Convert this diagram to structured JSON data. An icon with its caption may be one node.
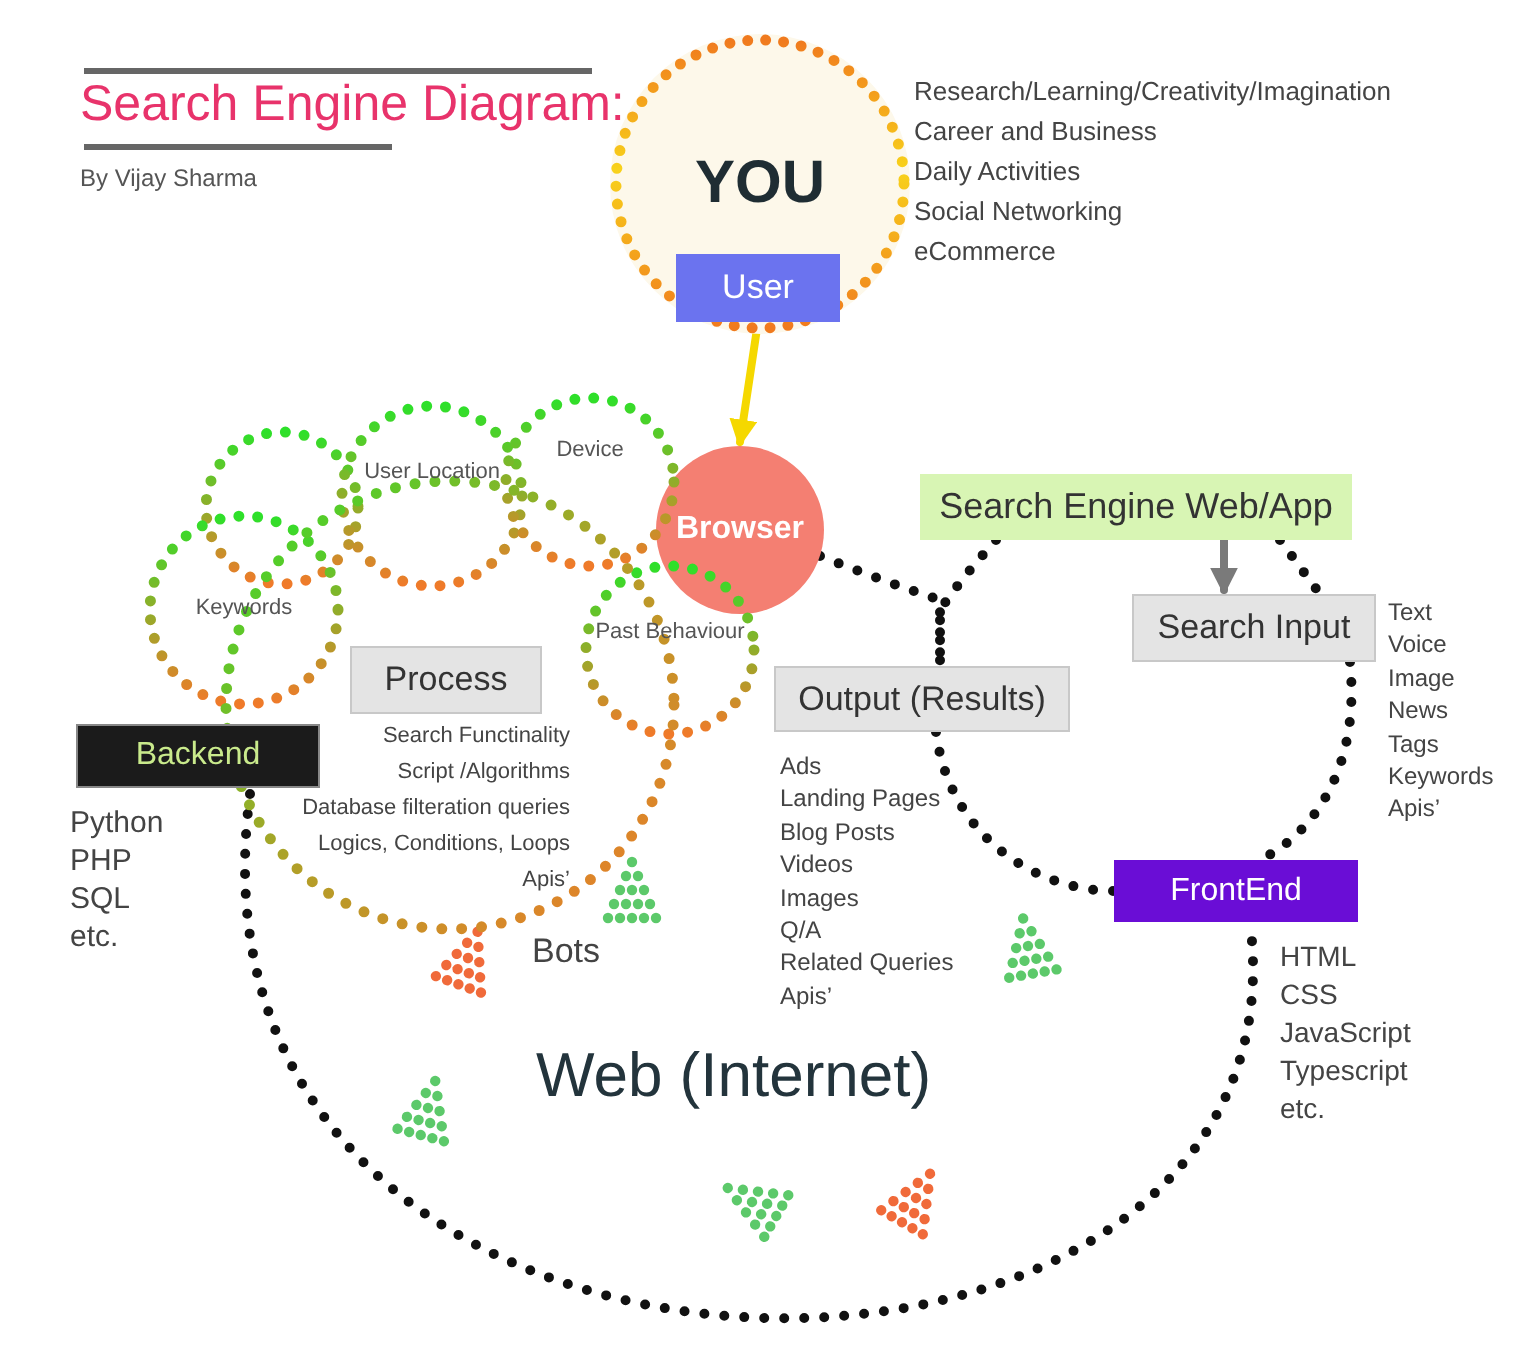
{
  "diagram": {
    "title": "Search Engine Diagram:",
    "nodes": [
      {
        "text": [
          "YOU"
        ],
        "beside": [
          "Research/Learning/Creativity/Imagination",
          "Career and Business",
          "Daily Activities",
          "Social Networking",
          "eCommerce"
        ]
      },
      {
        "text": [
          "User"
        ],
        "in": 0
      },
      {
        "text": [
          "Browser"
        ]
      },
      {
        "text": [],
        "shape": "circle"
      },
      {
        "text": [
          "Keywords"
        ]
      },
      {
        "text": [
          "User Location"
        ]
      },
      {
        "text": [
          "Device"
        ]
      },
      {
        "text": [
          "Past Behaviour"
        ]
      },
      {
        "text": [],
        "shape": "circle",
        "beside": [
          "Bots"
        ]
      },
      {
        "text": [
          "Process"
        ],
        "in": 8
      },
      {
        "text": [
          "Backend"
        ],
        "beside": [
          "Python",
          "PHP",
          "SQL",
          "etc."
        ]
      },
      {
        "text": [
          "Search Engine Web/App"
        ]
      },
      {
        "text": [
          "Search Input"
        ],
        "beside": [
          "Text",
          "Voice",
          "Image",
          "News",
          "Tags",
          "Keywords",
          "Apis’"
        ]
      },
      {
        "text": [
          "Output (Results)"
        ],
        "beside": [
          "Ads",
          "Landing Pages",
          "Blog Posts",
          "Videos",
          "Images",
          "Q/A",
          "Related Queries",
          "Apis’"
        ]
      },
      {
        "text": [
          "FrontEnd"
        ],
        "beside": [
          "HTML",
          "CSS",
          "JavaScript",
          "Typescript",
          "etc."
        ]
      }
    ],
    "edges": [
      {
        "from": 1,
        "to": 2,
        "arrow": "to",
        "color": "#f5d800"
      },
      {
        "from": 11,
        "to": 12,
        "arrow": "to",
        "color": "#7a7a7a"
      },
      {
        "from": 2,
        "to": 13,
        "arrow": "none",
        "style": "dashed"
      },
      {
        "from": 11,
        "to": 13,
        "arrow": "none",
        "style": "dashed"
      },
      {
        "from": 11,
        "to": 12,
        "arrow": "none",
        "style": "dashed"
      },
      {
        "from": 13,
        "to": 14,
        "arrow": "none",
        "style": "dashed"
      },
      {
        "from": 12,
        "to": 14,
        "arrow": "none",
        "style": "dashed"
      },
      {
        "from": 10,
        "to": 14,
        "arrow": "none",
        "style": "dashed"
      }
    ],
    "labels": [
      "By Vijay Sharma",
      "Search Functinality",
      "Script /Algorithms",
      "Database filteration queries",
      "Logics, Conditions, Loops",
      "Apis’",
      "Web (Internet)"
    ]
  }
}
